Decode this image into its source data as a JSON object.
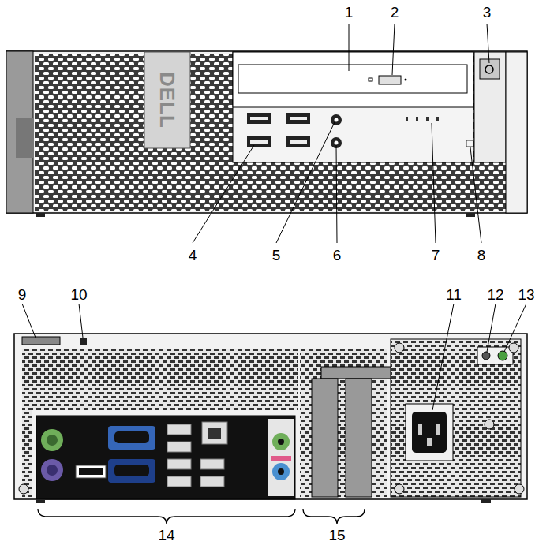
{
  "diagram": {
    "labels": [
      "1",
      "2",
      "3",
      "4",
      "5",
      "6",
      "7",
      "8",
      "DELL",
      "9",
      "10",
      "11",
      "12",
      "13",
      "14",
      "15"
    ]
  }
}
